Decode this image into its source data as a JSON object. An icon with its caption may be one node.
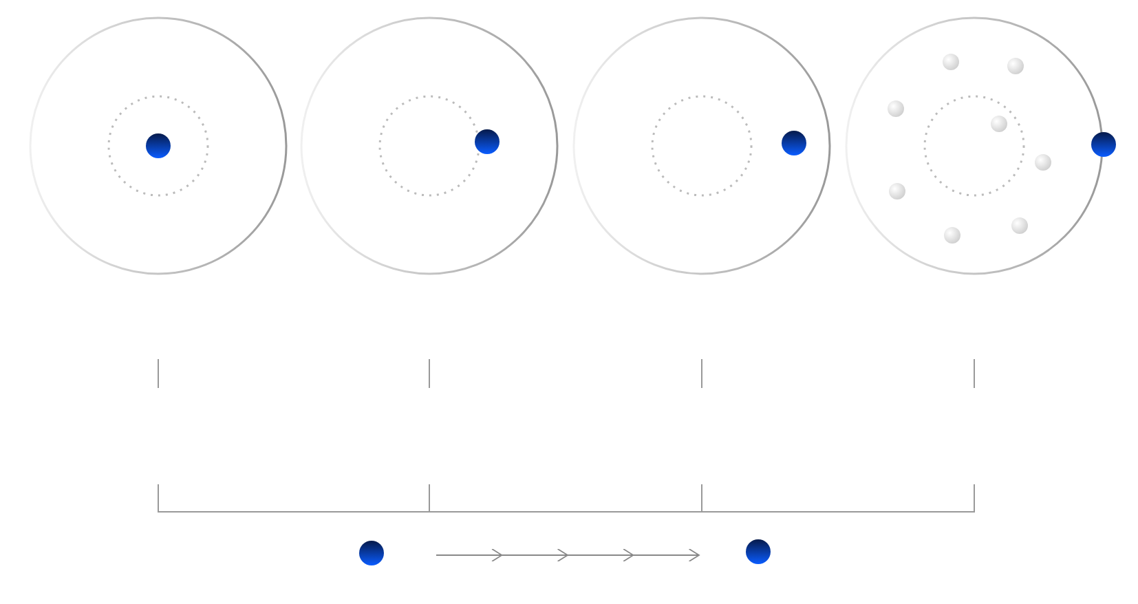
{
  "diagram": {
    "nodes": [
      {
        "text": [],
        "shape": "circle"
      },
      {
        "text": [],
        "shape": "circle"
      },
      {
        "text": [],
        "shape": "circle"
      },
      {
        "text": [],
        "shape": "circle"
      },
      {
        "text": [],
        "shape": "circle"
      },
      {
        "text": [],
        "shape": "circle"
      }
    ],
    "edges": [
      {
        "from": 4,
        "to": 5,
        "arrow": "to"
      }
    ]
  }
}
